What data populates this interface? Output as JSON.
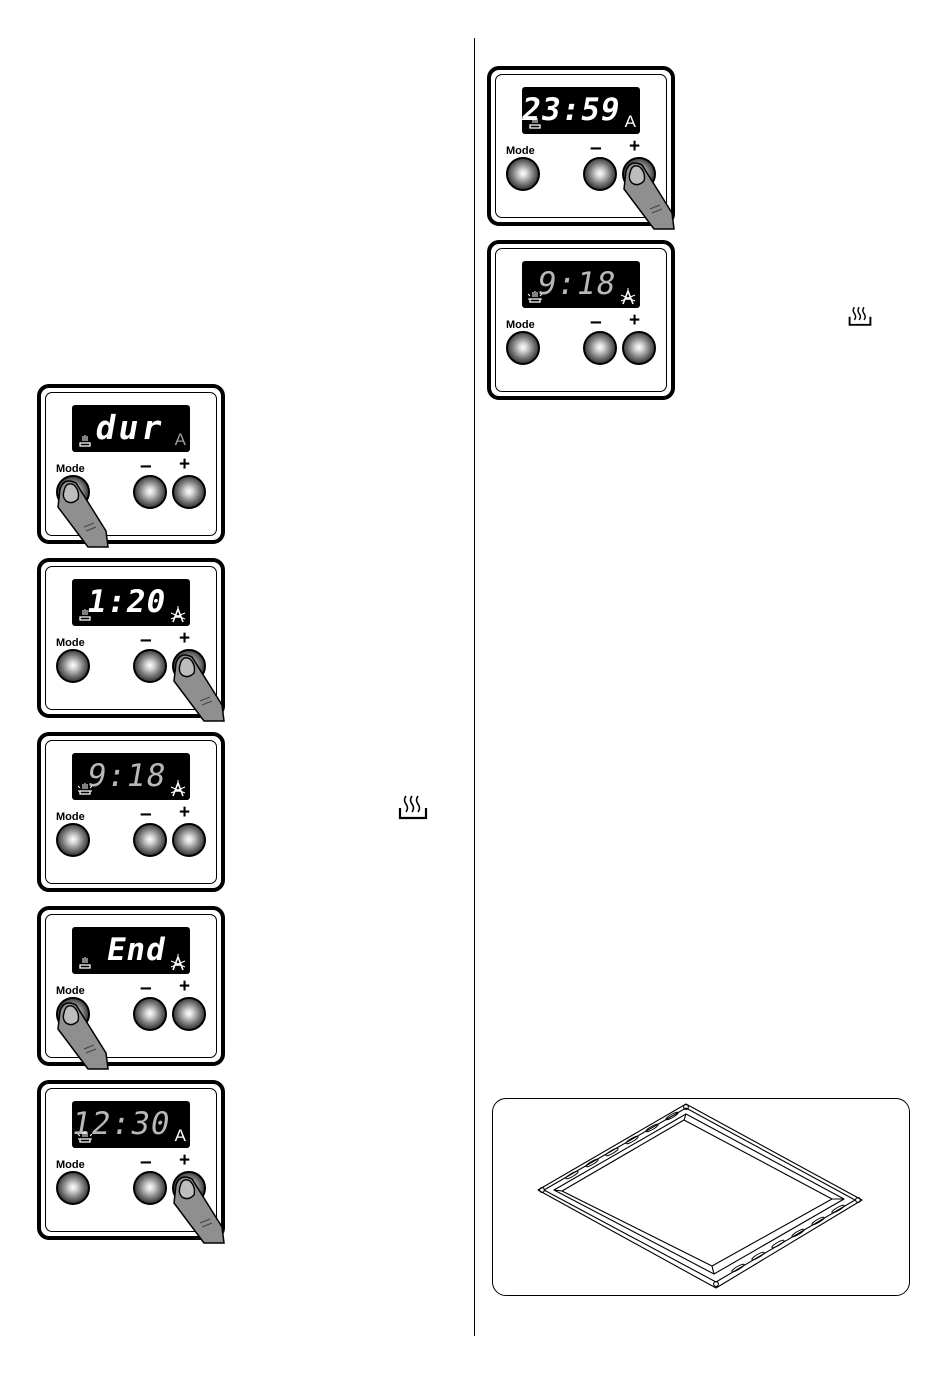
{
  "panels": [
    {
      "id": "panel-end-time",
      "display": "23:59",
      "style": "bright",
      "left_indicator": "pot-icon",
      "right_indicator": "A",
      "pressed": "plus"
    },
    {
      "id": "panel-clock-right",
      "display": "9:18",
      "style": "dim",
      "left_indicator": "blink-pot-icon",
      "right_indicator": "blink-A",
      "pressed": "none"
    },
    {
      "id": "panel-dur",
      "display": "dur",
      "style": "bright",
      "left_indicator": "pot-icon",
      "right_indicator": "A",
      "pressed": "mode"
    },
    {
      "id": "panel-duration-set",
      "display": "1:20",
      "style": "bright",
      "left_indicator": "pot-icon",
      "right_indicator": "blink-A",
      "pressed": "plus"
    },
    {
      "id": "panel-clock-left",
      "display": "9:18",
      "style": "dim",
      "left_indicator": "blink-pot-icon",
      "right_indicator": "blink-A",
      "pressed": "none"
    },
    {
      "id": "panel-end",
      "display": "End",
      "style": "bright",
      "left_indicator": "pot-icon",
      "right_indicator": "blink-A",
      "pressed": "mode"
    },
    {
      "id": "panel-end-set",
      "display": "12:30",
      "style": "dim",
      "left_indicator": "blink-pot-icon",
      "right_indicator": "A",
      "pressed": "plus"
    }
  ],
  "controls": {
    "mode_label": "Mode",
    "minus_label": "–",
    "plus_label": "+"
  },
  "icons": {
    "side": "cooking-pot-icon",
    "finger": "finger-press-icon",
    "tray": "baking-tray-illustration"
  }
}
